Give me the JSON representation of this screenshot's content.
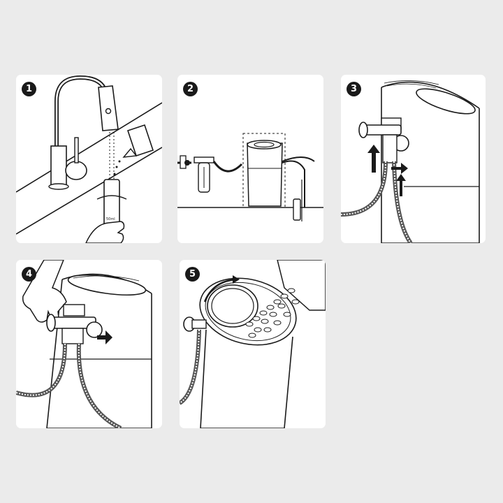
{
  "steps": [
    {
      "number": "1",
      "graduation_label": "50ml"
    },
    {
      "number": "2"
    },
    {
      "number": "3"
    },
    {
      "number": "4"
    },
    {
      "number": "5"
    }
  ],
  "colors": {
    "background": "#ebebeb",
    "panel": "#ffffff",
    "ink": "#1a1a1a",
    "hose": "#555555"
  },
  "icons": [
    "faucet-icon",
    "reagent-bottle-icon",
    "test-vial-icon",
    "pre-filter-icon",
    "dispenser-unit-icon",
    "valve-icon",
    "braided-hose-icon",
    "direction-arrow-icon",
    "hand-icon",
    "filter-media-icon"
  ]
}
